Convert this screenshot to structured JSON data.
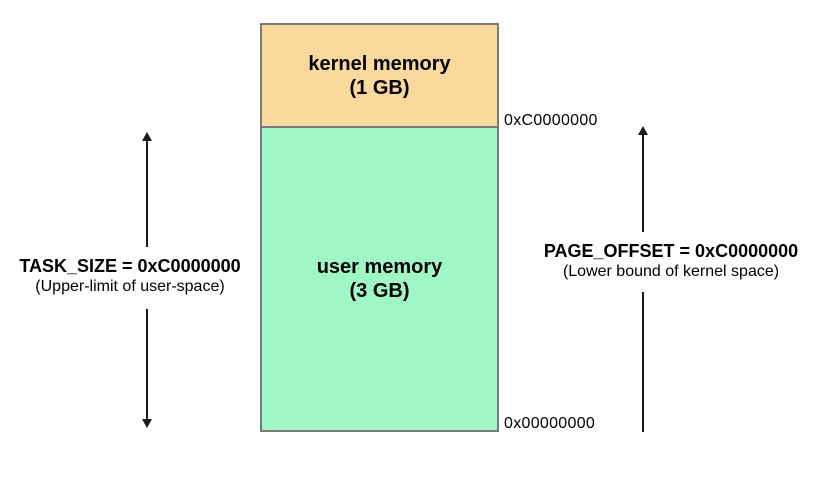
{
  "diagram": {
    "memory_map": {
      "kernel": {
        "label": "kernel memory",
        "size": "(1 GB)",
        "fill": "#FBD89B"
      },
      "user": {
        "label": "user memory",
        "size": "(3 GB)",
        "fill": "#9FF7C5"
      }
    },
    "addresses": {
      "kernel_user_boundary": "0xC0000000",
      "bottom": "0x00000000"
    },
    "task_size": {
      "title": "TASK_SIZE = 0xC0000000",
      "subtitle": "(Upper-limit of user-space)"
    },
    "page_offset": {
      "title": "PAGE_OFFSET = 0xC0000000",
      "subtitle": "(Lower bound of kernel space)"
    },
    "colors": {
      "background": "#ffffff",
      "box_border": "#7a7a7a",
      "kernel_fill": "#FBD89B",
      "user_fill": "#9FF7C5",
      "arrow": "#1a1a1a",
      "text": "#000000"
    }
  }
}
